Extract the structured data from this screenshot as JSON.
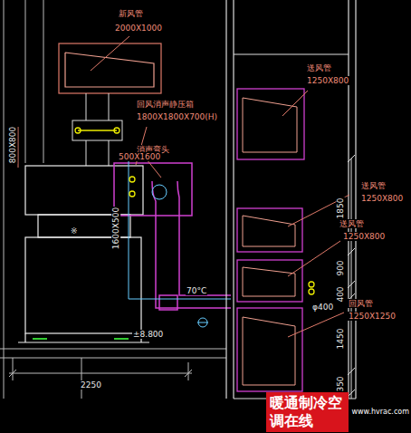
{
  "diagram": {
    "nodes": [
      {
        "text": [
          "暖通制冷空调在线",
          "www.hvrac.com"
        ]
      }
    ],
    "labels": [
      "新风管",
      "2000X1000",
      "回风消声静压箱",
      "1800X1800X700(H)",
      "消声弯头",
      "500X1600",
      "800X800",
      "1600X500",
      "70°C",
      "±8.800",
      "2250",
      "送风管",
      "1250X800",
      "1850",
      "送风管",
      "1250X800",
      "送风管",
      "1250X800",
      "900",
      "400",
      "φ400",
      "回风管",
      "1250X1250",
      "1450",
      "350"
    ]
  }
}
